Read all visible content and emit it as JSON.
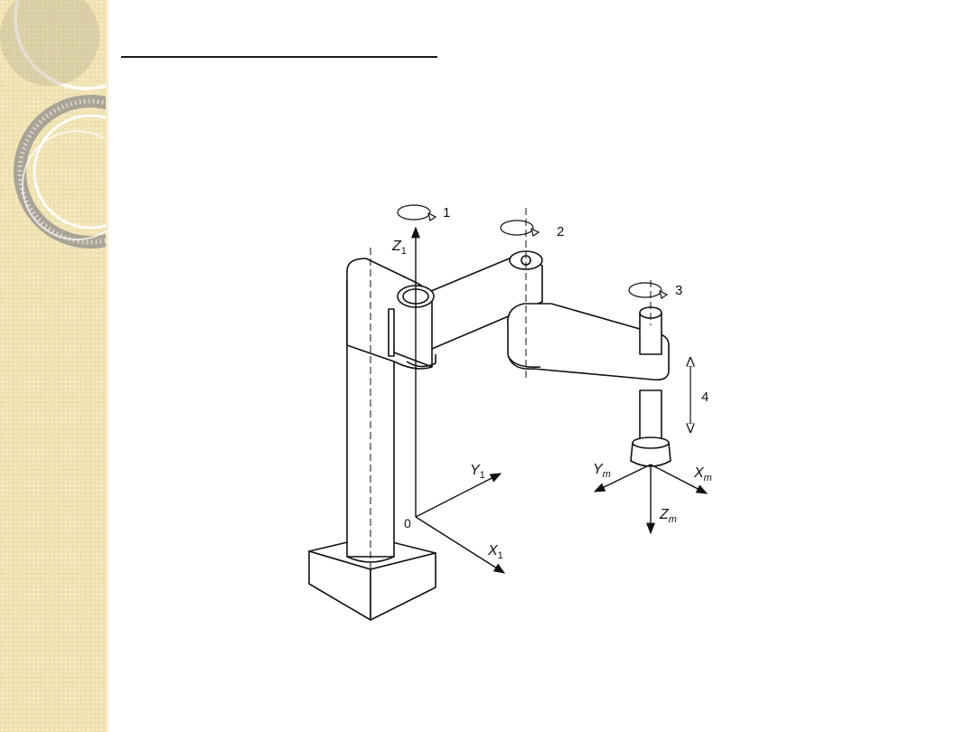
{
  "diagram": {
    "joints": {
      "j1": "1",
      "j2": "2",
      "j3": "3",
      "j4": "4"
    },
    "base_frame": {
      "z_main": "Z",
      "z_sub": "1",
      "y_main": "Y",
      "y_sub": "1",
      "x_main": "X",
      "x_sub": "1",
      "origin": "0"
    },
    "tool_frame": {
      "y_main": "Y",
      "y_sub": "m",
      "x_main": "X",
      "x_sub": "m",
      "z_main": "Z",
      "z_sub": "m"
    }
  }
}
